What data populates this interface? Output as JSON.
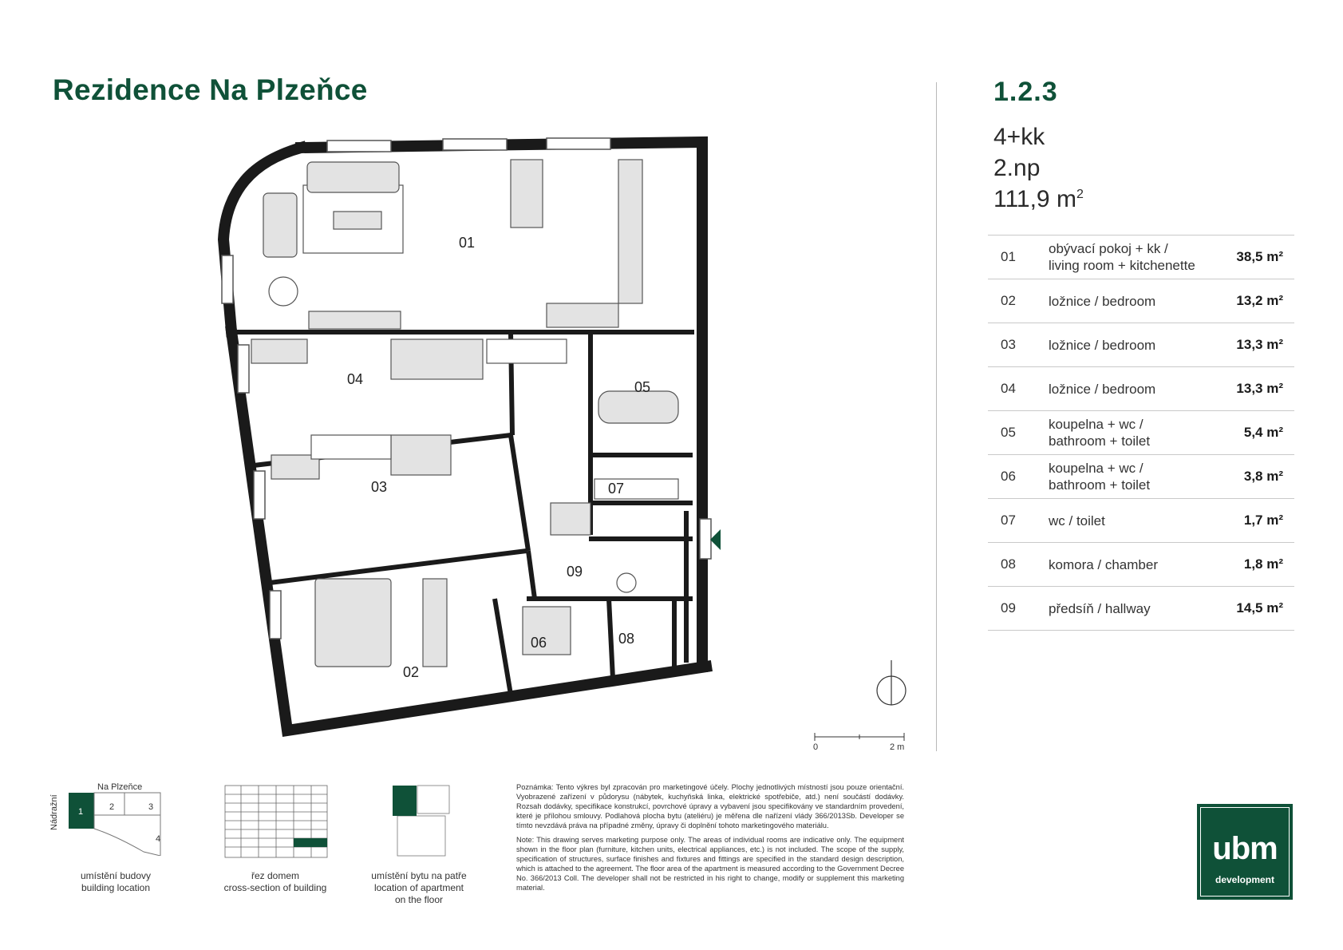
{
  "project_title": "Rezidence Na Plzeňce",
  "apartment": {
    "code": "1.2.3",
    "layout": "4+kk",
    "floor": "2.np",
    "area": "111,9 m",
    "area_sup": "2"
  },
  "rooms": [
    {
      "no": "01",
      "name_cz": "obývací pokoj + kk /",
      "name_en": "living room + kitchenette",
      "area": "38,5 m²"
    },
    {
      "no": "02",
      "name_cz": "ložnice / bedroom",
      "name_en": "",
      "area": "13,2 m²"
    },
    {
      "no": "03",
      "name_cz": "ložnice / bedroom",
      "name_en": "",
      "area": "13,3 m²"
    },
    {
      "no": "04",
      "name_cz": "ložnice / bedroom",
      "name_en": "",
      "area": "13,3 m²"
    },
    {
      "no": "05",
      "name_cz": "koupelna + wc /",
      "name_en": "bathroom + toilet",
      "area": "5,4 m²"
    },
    {
      "no": "06",
      "name_cz": "koupelna + wc /",
      "name_en": "bathroom + toilet",
      "area": "3,8 m²"
    },
    {
      "no": "07",
      "name_cz": "wc / toilet",
      "name_en": "",
      "area": "1,7 m²"
    },
    {
      "no": "08",
      "name_cz": "komora / chamber",
      "name_en": "",
      "area": "1,8 m²"
    },
    {
      "no": "09",
      "name_cz": "předsíň / hallway",
      "name_en": "",
      "area": "14,5 m²"
    }
  ],
  "plan_labels": {
    "r01": "01",
    "r02": "02",
    "r03": "03",
    "r04": "04",
    "r05": "05",
    "r06": "06",
    "r07": "07",
    "r08": "08",
    "r09": "09"
  },
  "scale": {
    "start": "0",
    "end": "2 m"
  },
  "location_map": {
    "street_top": "Na Plzeňce",
    "street_side": "Nádražní",
    "blocks": [
      "1",
      "2",
      "3",
      "4"
    ],
    "caption_cz": "umístění budovy",
    "caption_en": "building location"
  },
  "section": {
    "caption_cz": "řez domem",
    "caption_en": "cross-section of building"
  },
  "floor_location": {
    "caption_cz": "umístění bytu na patře",
    "caption_en": "location of apartment",
    "caption_en2": "on the floor"
  },
  "note_cz": "Poznámka: Tento výkres byl zpracován pro marketingové účely. Plochy jednotlivých místností jsou pouze orientační. Vyobrazené zařízení v půdorysu (nábytek, kuchyňská linka, elektrické spotřebiče, atd.) není součástí dodávky. Rozsah dodávky, specifikace konstrukcí, povrchové úpravy a vybavení jsou specifikovány ve standardním provedení, které je přílohou smlouvy. Podlahová plocha bytu (ateliéru) je měřena dle nařízení vlády 366/2013Sb. Developer se tímto nevzdává práva na případné změny, úpravy či doplnění tohoto marketingového materiálu.",
  "note_en": "Note: This drawing serves marketing purpose only. The areas of individual rooms are indicative only. The equipment shown in the floor plan (furniture, kitchen units, electrical appliances, etc.) is not included. The scope of the supply, specification of structures, surface finishes and fixtures and fittings are specified in the standard design description, which is attached to the agreement. The floor area of the apartment is measured according to the Government Decree No. 366/2013 Coll. The developer shall not be restricted in his right to change, modify or supplement this marketing material.",
  "logo": {
    "word": "ubm",
    "sub": "development"
  },
  "colors": {
    "brand": "#0f5138",
    "wall": "#1a1a1a",
    "furniture": "#dcdcdc"
  }
}
